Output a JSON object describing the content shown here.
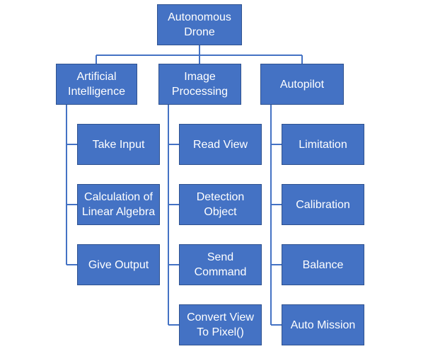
{
  "colors": {
    "box_fill": "#4472c4",
    "box_border": "#2f528f",
    "connector": "#4472c4",
    "text": "#ffffff",
    "background": "#ffffff"
  },
  "root": {
    "label": "Autonomous\nDrone"
  },
  "branches": [
    {
      "label": "Artificial\nIntelligence",
      "children": [
        {
          "label": "Take Input"
        },
        {
          "label": "Calculation of\nLinear Algebra"
        },
        {
          "label": "Give Output"
        }
      ]
    },
    {
      "label": "Image\nProcessing",
      "children": [
        {
          "label": "Read View"
        },
        {
          "label": "Detection\nObject"
        },
        {
          "label": "Send\nCommand"
        },
        {
          "label": "Convert View\nTo Pixel()"
        }
      ]
    },
    {
      "label": "Autopilot",
      "children": [
        {
          "label": "Limitation"
        },
        {
          "label": "Calibration"
        },
        {
          "label": "Balance"
        },
        {
          "label": "Auto Mission"
        }
      ]
    }
  ]
}
